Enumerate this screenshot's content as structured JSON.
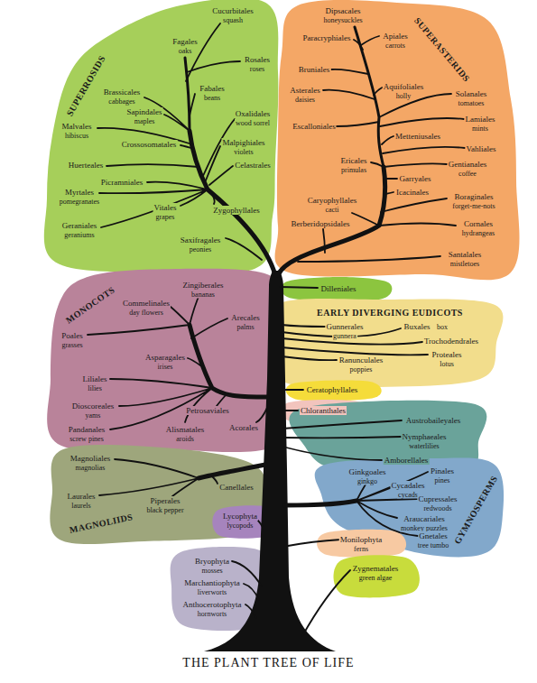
{
  "diagram": {
    "title": "THE PLANT TREE OF LIFE",
    "nodes": [
      {
        "text": [
          "SUPERROSIDS",
          "Cucurbitales",
          "squash",
          "Fagales",
          "oaks",
          "Rosales",
          "roses",
          "Brassicales",
          "cabbages",
          "Fabales",
          "beans",
          "Sapindales",
          "maples",
          "Malvales",
          "hibiscus",
          "Oxalidales",
          "wood sorrel",
          "Crossosomatales",
          "Malpighiales",
          "violets",
          "Huerteales",
          "Celastrales",
          "Picramniales",
          "Myrtales",
          "pomegranates",
          "Vitales",
          "grapes",
          "Zygophyllales",
          "Geraniales",
          "geraniums",
          "Saxifragales",
          "peonies"
        ]
      },
      {
        "text": [
          "SUPERASTERIDS",
          "Dipsacales",
          "honeysuckles",
          "Paracryphiales",
          "Apiales",
          "carrots",
          "Bruniales",
          "Asterales",
          "daisies",
          "Aquifoliales",
          "holly",
          "Solanales",
          "tomatoes",
          "Lamiales",
          "mints",
          "Escalloniales",
          "Metteniusales",
          "Vahliales",
          "Ericales",
          "primulas",
          "Gentianales",
          "coffee",
          "Garryales",
          "Icacinales",
          "Boraginales",
          "forget-me-nots",
          "Caryophyllales",
          "cacti",
          "Berberidopsidales",
          "Cornales",
          "hydrangeas",
          "Santalales",
          "mistletoes"
        ]
      },
      {
        "text": [
          "Dilleniales"
        ]
      },
      {
        "text": [
          "EARLY DIVERGING EUDICOTS",
          "Gunnerales",
          "gunnera",
          "Buxales",
          "box",
          "Trochodendrales",
          "Proteales",
          "lotus",
          "Ranunculales",
          "poppies"
        ]
      },
      {
        "text": [
          "MONOCOTS",
          "Zingiberales",
          "bananas",
          "Commelinales",
          "day flowers",
          "Arecales",
          "palms",
          "Poales",
          "grasses",
          "Asparagales",
          "irises",
          "Liliales",
          "lilies",
          "Dioscoreales",
          "yams",
          "Petrosaviales",
          "Pandanales",
          "screw pines",
          "Alismatales",
          "aroids",
          "Acorales"
        ]
      },
      {
        "text": [
          "Ceratophyllales"
        ]
      },
      {
        "text": [
          "Chloranthales"
        ]
      },
      {
        "text": [
          "Austrobaileyales",
          "Nymphaeales",
          "waterlilies",
          "Amborellales"
        ]
      },
      {
        "text": [
          "MAGNOLIIDS",
          "Magnoliales",
          "magnolias",
          "Canellales",
          "Laurales",
          "laurels",
          "Piperales",
          "black pepper"
        ]
      },
      {
        "text": [
          "GYMNOSPERMS",
          "Ginkgoales",
          "ginkgo",
          "Pinales",
          "pines",
          "Cycadales",
          "cycads",
          "Cupressales",
          "redwoods",
          "Araucariales",
          "monkey puzzles",
          "Gnetales",
          "tree tumbo"
        ]
      },
      {
        "text": [
          "Lycophyta",
          "lycopods"
        ]
      },
      {
        "text": [
          "Monilophyta",
          "ferns"
        ]
      },
      {
        "text": [
          "Zygnematales",
          "green algae"
        ]
      },
      {
        "text": [
          "Bryophyta",
          "mosses",
          "Marchantiophyta",
          "liverworts",
          "Anthocerotophyta",
          "hornworts"
        ]
      }
    ]
  }
}
